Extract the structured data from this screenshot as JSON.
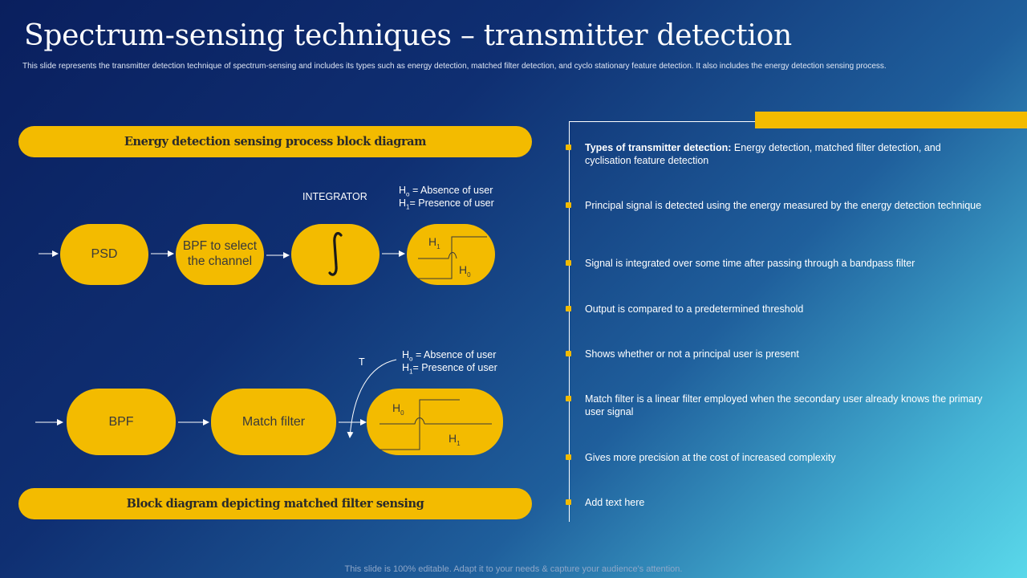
{
  "title": "Spectrum-sensing techniques – transmitter detection",
  "subtitle": "This slide represents the transmitter detection technique of spectrum-sensing and includes its types such as energy detection, matched filter detection, and cyclo stationary feature detection. It also includes the energy detection sensing process.",
  "diagram1": {
    "banner": "Energy detection sensing process block diagram",
    "psd": "PSD",
    "bpf_select": "BPF to select the channel",
    "integrator_label": "INTEGRATOR",
    "h_top": "H",
    "h_top_sub": "1",
    "h_bottom": "H",
    "h_bottom_sub": "0",
    "legend_line1_prefix": "H",
    "legend_line1_sub": "o",
    "legend_line1_text": " = Absence of user",
    "legend_line2_prefix": "H",
    "legend_line2_sub": "1",
    "legend_line2_text": "= Presence of user"
  },
  "diagram2": {
    "banner": "Block diagram depicting matched filter sensing",
    "bpf": "BPF",
    "match_filter": "Match filter",
    "t_label": "T",
    "h_top": "H",
    "h_top_sub": "0",
    "h_bottom": "H",
    "h_bottom_sub": "1",
    "legend_line1_prefix": "H",
    "legend_line1_sub": "o",
    "legend_line1_text": " = Absence of user",
    "legend_line2_prefix": "H",
    "legend_line2_sub": "1",
    "legend_line2_text": "= Presence of user"
  },
  "bullets": {
    "item0_bold": "Types of transmitter detection:",
    "item0_rest": " Energy detection, matched filter detection, and cyclisation feature  detection",
    "item1": "Principal signal is detected using the energy measured  by the energy detection technique",
    "item2": "Signal is integrated over  some time after passing through  a bandpass filter",
    "item3": "Output is compared to a predetermined  threshold",
    "item4": "Shows whether  or not a principal user is present",
    "item5": "Match filter is a linear filter employed when the secondary user already knows the primary user signal",
    "item6": "Gives  more precision at the cost of increased complexity",
    "item7": "Add text here"
  },
  "footer": "This slide is 100% editable. Adapt it to your needs & capture your audience's attention.",
  "colors": {
    "accent": "#f3bb00",
    "background_dark": "#0a1f5e",
    "background_light": "#5ad8ea"
  }
}
